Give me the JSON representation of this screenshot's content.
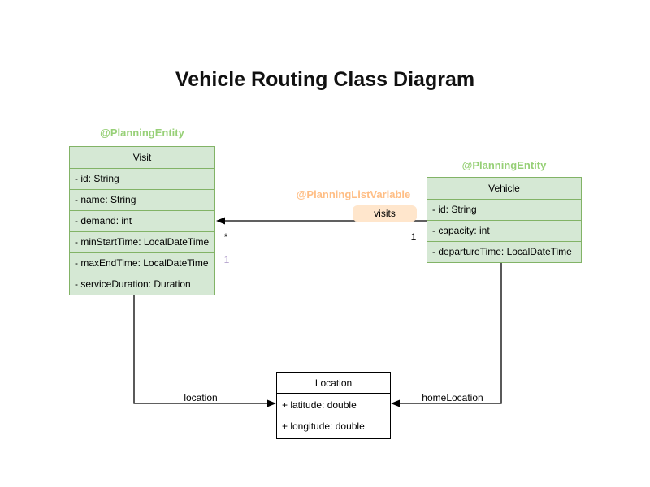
{
  "title": "Vehicle Routing Class Diagram",
  "colors": {
    "entity_fill": "#d5e8d4",
    "entity_border": "#82b366",
    "entity_annotation_text": "#97d077",
    "list_variable_annotation_text": "#ffbe85",
    "visits_label_bg": "#ffe6cc",
    "index_label_text": "#b3a2cc",
    "edge_stroke": "#000000"
  },
  "classes": {
    "visit": {
      "annotation": "@PlanningEntity",
      "name": "Visit",
      "attributes": [
        "- id: String",
        "- name: String",
        "- demand: int",
        "- minStartTime: LocalDateTime",
        "- maxEndTime: LocalDateTime",
        "- serviceDuration: Duration"
      ]
    },
    "vehicle": {
      "annotation": "@PlanningEntity",
      "name": "Vehicle",
      "attributes": [
        "- id: String",
        "- capacity: int",
        "- departureTime: LocalDateTime"
      ]
    },
    "location": {
      "name": "Location",
      "attributes": [
        "+ latitude: double",
        "+ longitude: double"
      ]
    }
  },
  "edges": {
    "visits": {
      "annotation": "@PlanningListVariable",
      "label": "visits",
      "target_multiplicity": "*",
      "source_multiplicity": "1",
      "index_label": "1"
    },
    "location": {
      "label": "location"
    },
    "home_location": {
      "label": "homeLocation"
    }
  }
}
